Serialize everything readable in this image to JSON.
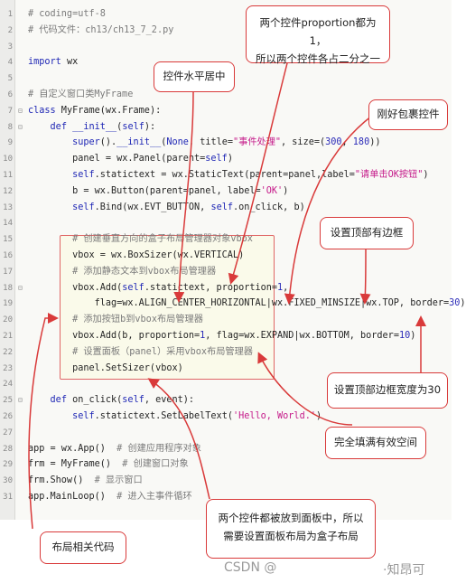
{
  "code_lines": [
    {
      "n": "1",
      "fold": "",
      "segs": [
        {
          "c": "cm",
          "t": "# coding=utf-8"
        }
      ]
    },
    {
      "n": "2",
      "fold": "",
      "segs": [
        {
          "c": "cm",
          "t": "# 代码文件：ch13/ch13_7_2.py"
        }
      ]
    },
    {
      "n": "3",
      "fold": "",
      "segs": []
    },
    {
      "n": "4",
      "fold": "",
      "segs": [
        {
          "c": "kw",
          "t": "import"
        },
        {
          "c": "plain",
          "t": " wx"
        }
      ]
    },
    {
      "n": "5",
      "fold": "",
      "segs": []
    },
    {
      "n": "6",
      "fold": "",
      "segs": [
        {
          "c": "cm",
          "t": "# 自定义窗口类MyFrame"
        }
      ]
    },
    {
      "n": "7",
      "fold": "⊟",
      "segs": [
        {
          "c": "kw",
          "t": "class"
        },
        {
          "c": "plain",
          "t": " MyFrame(wx.Frame):"
        }
      ]
    },
    {
      "n": "8",
      "fold": "⊟",
      "segs": [
        {
          "c": "plain",
          "t": "    "
        },
        {
          "c": "kw",
          "t": "def"
        },
        {
          "c": "plain",
          "t": " "
        },
        {
          "c": "fn",
          "t": "__init__"
        },
        {
          "c": "plain",
          "t": "("
        },
        {
          "c": "kw",
          "t": "self"
        },
        {
          "c": "plain",
          "t": "):"
        }
      ]
    },
    {
      "n": "9",
      "fold": "",
      "segs": [
        {
          "c": "plain",
          "t": "        "
        },
        {
          "c": "kw",
          "t": "super"
        },
        {
          "c": "plain",
          "t": "()."
        },
        {
          "c": "fn",
          "t": "__init__"
        },
        {
          "c": "plain",
          "t": "("
        },
        {
          "c": "kw",
          "t": "None"
        },
        {
          "c": "plain",
          "t": ", title="
        },
        {
          "c": "str",
          "t": "\"事件处理\""
        },
        {
          "c": "plain",
          "t": ", size=("
        },
        {
          "c": "num",
          "t": "300"
        },
        {
          "c": "plain",
          "t": ", "
        },
        {
          "c": "num",
          "t": "180"
        },
        {
          "c": "plain",
          "t": "))"
        }
      ]
    },
    {
      "n": "10",
      "fold": "",
      "segs": [
        {
          "c": "plain",
          "t": "        panel = wx.Panel(parent="
        },
        {
          "c": "kw",
          "t": "self"
        },
        {
          "c": "plain",
          "t": ")"
        }
      ]
    },
    {
      "n": "11",
      "fold": "",
      "segs": [
        {
          "c": "plain",
          "t": "        "
        },
        {
          "c": "kw",
          "t": "self"
        },
        {
          "c": "plain",
          "t": ".statictext = wx.StaticText(parent=panel,label="
        },
        {
          "c": "str",
          "t": "\"请单击OK按钮\""
        },
        {
          "c": "plain",
          "t": ")"
        }
      ]
    },
    {
      "n": "12",
      "fold": "",
      "segs": [
        {
          "c": "plain",
          "t": "        b = wx.Button(parent=panel, label="
        },
        {
          "c": "str",
          "t": "'OK'"
        },
        {
          "c": "plain",
          "t": ")"
        }
      ]
    },
    {
      "n": "13",
      "fold": "",
      "segs": [
        {
          "c": "plain",
          "t": "        "
        },
        {
          "c": "kw",
          "t": "self"
        },
        {
          "c": "plain",
          "t": ".Bind(wx.EVT_BUTTON, "
        },
        {
          "c": "kw",
          "t": "self"
        },
        {
          "c": "plain",
          "t": ".on_click, b)"
        }
      ]
    },
    {
      "n": "14",
      "fold": "",
      "segs": []
    },
    {
      "n": "15",
      "fold": "",
      "segs": [
        {
          "c": "plain",
          "t": "        "
        },
        {
          "c": "cm",
          "t": "# 创建垂直方向的盒子布局管理器对象vbox"
        }
      ]
    },
    {
      "n": "16",
      "fold": "",
      "segs": [
        {
          "c": "plain",
          "t": "        vbox = wx.BoxSizer(wx.VERTICAL)"
        }
      ]
    },
    {
      "n": "17",
      "fold": "",
      "segs": [
        {
          "c": "plain",
          "t": "        "
        },
        {
          "c": "cm",
          "t": "# 添加静态文本到vbox布局管理器"
        }
      ]
    },
    {
      "n": "18",
      "fold": "⊟",
      "segs": [
        {
          "c": "plain",
          "t": "        vbox.Add("
        },
        {
          "c": "kw",
          "t": "self"
        },
        {
          "c": "plain",
          "t": ".statictext, proportion="
        },
        {
          "c": "num",
          "t": "1"
        },
        {
          "c": "plain",
          "t": ","
        }
      ]
    },
    {
      "n": "19",
      "fold": "",
      "segs": [
        {
          "c": "plain",
          "t": "            flag=wx.ALIGN_CENTER_HORIZONTAL|wx.FIXED_MINSIZE|wx.TOP, border="
        },
        {
          "c": "num",
          "t": "30"
        },
        {
          "c": "plain",
          "t": ")"
        }
      ]
    },
    {
      "n": "20",
      "fold": "",
      "segs": [
        {
          "c": "plain",
          "t": "        "
        },
        {
          "c": "cm",
          "t": "# 添加按钮b到vbox布局管理器"
        }
      ]
    },
    {
      "n": "21",
      "fold": "",
      "segs": [
        {
          "c": "plain",
          "t": "        vbox.Add(b, proportion="
        },
        {
          "c": "num",
          "t": "1"
        },
        {
          "c": "plain",
          "t": ", flag=wx.EXPAND|wx.BOTTOM, border="
        },
        {
          "c": "num",
          "t": "10"
        },
        {
          "c": "plain",
          "t": ")"
        }
      ]
    },
    {
      "n": "22",
      "fold": "",
      "segs": [
        {
          "c": "plain",
          "t": "        "
        },
        {
          "c": "cm",
          "t": "# 设置面板（panel）采用vbox布局管理器"
        }
      ]
    },
    {
      "n": "23",
      "fold": "",
      "segs": [
        {
          "c": "plain",
          "t": "        panel.SetSizer(vbox)"
        }
      ]
    },
    {
      "n": "24",
      "fold": "",
      "segs": []
    },
    {
      "n": "25",
      "fold": "⊟",
      "segs": [
        {
          "c": "plain",
          "t": "    "
        },
        {
          "c": "kw",
          "t": "def"
        },
        {
          "c": "plain",
          "t": " on_click("
        },
        {
          "c": "kw",
          "t": "self"
        },
        {
          "c": "plain",
          "t": ", event):"
        }
      ]
    },
    {
      "n": "26",
      "fold": "",
      "segs": [
        {
          "c": "plain",
          "t": "        "
        },
        {
          "c": "kw",
          "t": "self"
        },
        {
          "c": "plain",
          "t": ".statictext.SetLabelText("
        },
        {
          "c": "str",
          "t": "'Hello, World.'"
        },
        {
          "c": "plain",
          "t": ")"
        }
      ]
    },
    {
      "n": "27",
      "fold": "",
      "segs": []
    },
    {
      "n": "28",
      "fold": "",
      "segs": [
        {
          "c": "plain",
          "t": "app = wx.App()  "
        },
        {
          "c": "cm",
          "t": "# 创建应用程序对象"
        }
      ]
    },
    {
      "n": "29",
      "fold": "",
      "segs": [
        {
          "c": "plain",
          "t": "frm = MyFrame()  "
        },
        {
          "c": "cm",
          "t": "# 创建窗口对象"
        }
      ]
    },
    {
      "n": "30",
      "fold": "",
      "segs": [
        {
          "c": "plain",
          "t": "frm.Show()  "
        },
        {
          "c": "cm",
          "t": "# 显示窗口"
        }
      ]
    },
    {
      "n": "31",
      "fold": "",
      "segs": [
        {
          "c": "plain",
          "t": "app.MainLoop()  "
        },
        {
          "c": "cm",
          "t": "# 进入主事件循环"
        }
      ]
    }
  ],
  "callouts": {
    "proportion_half": {
      "line1": "两个控件proportion都为1，",
      "line2": "所以两个控件各占二分之一"
    },
    "center_horizontal": {
      "line1": "控件水平居中"
    },
    "wrap_content": {
      "line1": "刚好包裹控件"
    },
    "top_border": {
      "line1": "设置顶部有边框"
    },
    "top_border_width": {
      "line1": "设置顶部边框宽度为30"
    },
    "fill_space": {
      "line1": "完全填满有效空间"
    },
    "panel_layout": {
      "line1": "两个控件都被放到面板中，所以",
      "line2": "需要设置面板布局为盒子布局"
    },
    "layout_code": {
      "line1": "布局相关代码"
    }
  },
  "watermark": {
    "left": "CSDN @",
    "right": "·知昂可"
  },
  "colors": {
    "annotation_red": "#d93a3a",
    "keyword_blue": "#1f27b5",
    "string_pink": "#c51b8a",
    "comment_gray": "#7b7b7b",
    "highlight_yellow": "#fff36a"
  }
}
